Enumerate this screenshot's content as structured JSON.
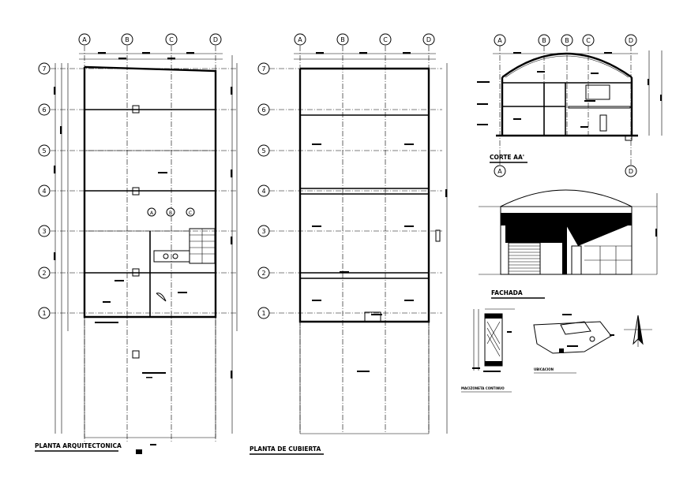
{
  "drawing": {
    "titles": {
      "plan": "PLANTA ARQUITECTONICA",
      "roof": "PLANTA DE CUBIERTA",
      "section": "CORTE AA'",
      "facade": "FACHADA",
      "detail": "MACIZONETA CONTINUO",
      "location": "UBICACION"
    },
    "plan_columns": [
      "A",
      "B",
      "C",
      "D"
    ],
    "plan_rows": [
      "7",
      "6",
      "5",
      "4",
      "3",
      "2",
      "1"
    ],
    "stair_columns": [
      "A",
      "B",
      "C"
    ],
    "section_columns": [
      "A",
      "B",
      "B",
      "C",
      "D"
    ],
    "section_bottom_columns": [
      "A",
      "D"
    ]
  }
}
